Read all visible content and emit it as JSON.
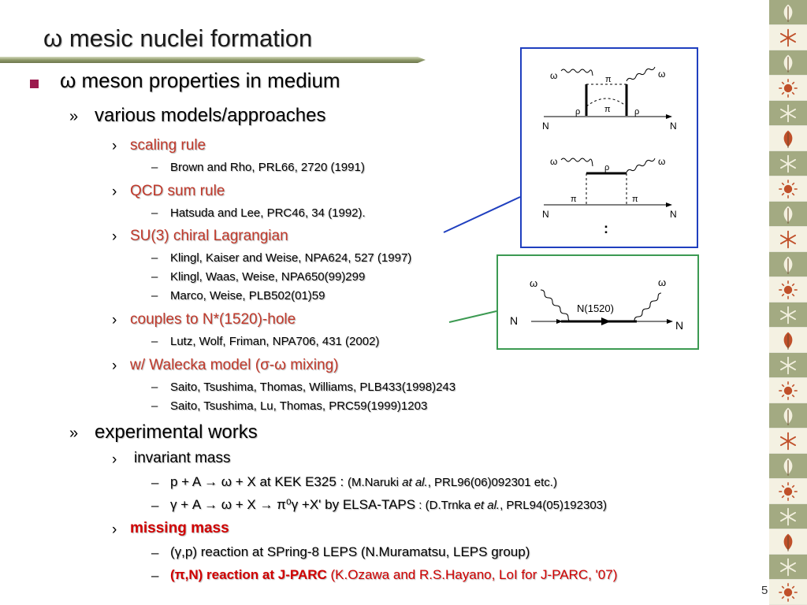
{
  "slide": {
    "title": "ω mesic nuclei formation",
    "page_number": "5"
  },
  "bullets": {
    "level1_marker": "■",
    "level2_marker": "»",
    "level3_marker": "›",
    "level4_marker": "–",
    "medium_heading": "ω meson properties in medium",
    "models_heading": "various models/approaches",
    "scaling_rule": "scaling rule",
    "brown_rho": "Brown and Rho, PRL66, 2720 (1991)",
    "qcd_sum_rule": "QCD sum rule",
    "hatsuda_lee": "Hatsuda and Lee, PRC46, 34 (1992).",
    "su3_chiral": "SU(3) chiral Lagrangian",
    "klingl_kaiser": "Klingl, Kaiser and Weise, NPA624, 527 (1997)",
    "klingl_waas": "Klingl, Waas, Weise, NPA650(99)299",
    "marco_weise": "Marco, Weise, PLB502(01)59",
    "couples_hole": "couples to N*(1520)-hole",
    "lutz": "Lutz, Wolf, Friman, NPA706, 431 (2002)",
    "walecka": "w/ Walecka model (σ-ω mixing)",
    "saito_1": "Saito, Tsushima, Thomas, Williams, PLB433(1998)243",
    "saito_2": "Saito, Tsushima, Lu, Thomas, PRC59(1999)1203",
    "experimental_heading": "experimental works",
    "invariant_mass": "invariant mass",
    "kek_main": "p + A → ω + X at KEK E325 :",
    "kek_ref_a": "(M.Naruki ",
    "kek_ref_b": "at al.",
    "kek_ref_c": ", PRL96(06)092301 etc.)",
    "elsa_main": "γ + A → ω + X → π⁰γ +X' by ELSA-TAPS",
    "elsa_ref_a": " : (D.Trnka ",
    "elsa_ref_b": "et al.",
    "elsa_ref_c": ", PRL94(05)192303)",
    "missing_mass": "missing mass",
    "spring8": "(γ,p) reaction at SPring-8 LEPS (N.Muramatsu, LEPS group)",
    "jparc_bold": "(π,N) reaction at J-PARC",
    "jparc_rest": " (K.Ozawa and R.S.Hayano, LoI for J-PARC, '07)"
  },
  "diagrams": {
    "omega": "ω",
    "pi": "π",
    "rho": "ρ",
    "nucleon": "N",
    "vdots": ":",
    "nstar": "N(1520)"
  },
  "colors": {
    "title_bar": "#8f9a6a",
    "box_blue": "#1f3fbf",
    "box_green": "#3c9a52",
    "accent_red": "#c0392b",
    "bullet_square": "#9b1a4d"
  }
}
